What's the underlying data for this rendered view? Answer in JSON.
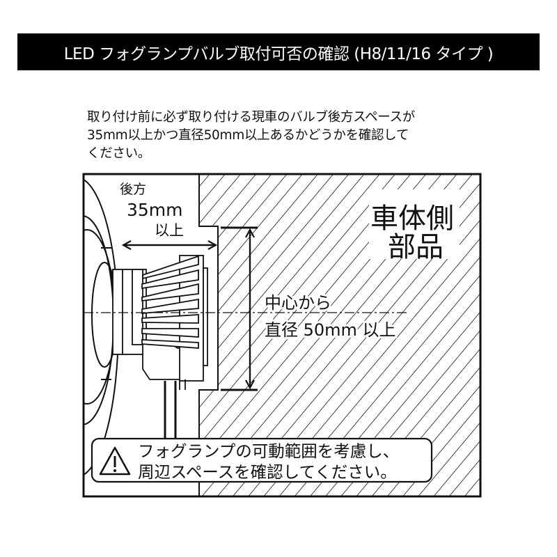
{
  "header": {
    "title": "LED フォグランプバルブ取付可否の確認 (H8/11/16 タイプ )"
  },
  "intro": {
    "lines": [
      "取り付け前に必ず取り付ける現車のバルブ後方スペースが",
      "35mm以上かつ直径50mm以上あるかどうかを確認して",
      "ください。"
    ]
  },
  "diagram": {
    "rear_label": "後方",
    "rear_distance": "35mm",
    "rear_min": "以上",
    "body_part_line1": "車体側",
    "body_part_line2": "部品",
    "diameter_line1": "中心から",
    "diameter_line2": "直径 50mm 以上"
  },
  "warning": {
    "icon": "warning-triangle-icon",
    "lines": [
      "フォグランプの可動範囲を考慮し、",
      "周辺スペースを確認してください。"
    ]
  },
  "colors": {
    "header_bg": "#000000",
    "header_text": "#ffffff",
    "line": "#111111"
  }
}
